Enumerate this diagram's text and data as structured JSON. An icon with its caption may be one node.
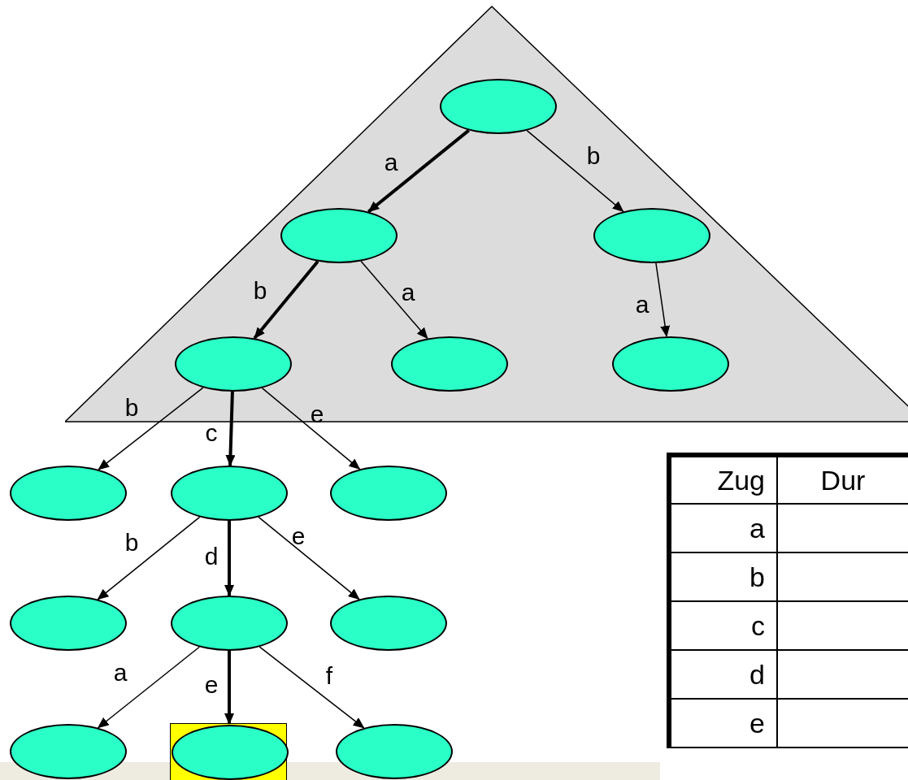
{
  "diagram": {
    "nodes": [
      {
        "text": [],
        "shape": "triangle"
      },
      {
        "text": [],
        "shape": "ellipse",
        "in": 0
      },
      {
        "text": [],
        "shape": "ellipse",
        "in": 0
      },
      {
        "text": [],
        "shape": "ellipse",
        "in": 0
      },
      {
        "text": [],
        "shape": "ellipse",
        "in": 0
      },
      {
        "text": [],
        "shape": "ellipse",
        "in": 0
      },
      {
        "text": [],
        "shape": "ellipse",
        "in": 0
      },
      {
        "text": [],
        "shape": "ellipse"
      },
      {
        "text": [],
        "shape": "ellipse"
      },
      {
        "text": [],
        "shape": "ellipse"
      },
      {
        "text": [],
        "shape": "ellipse"
      },
      {
        "text": [],
        "shape": "ellipse"
      },
      {
        "text": [],
        "shape": "ellipse"
      },
      {
        "text": [],
        "shape": "ellipse"
      },
      {
        "text": [],
        "shape": "box"
      },
      {
        "text": [],
        "shape": "ellipse",
        "in": 14
      },
      {
        "text": [],
        "shape": "ellipse"
      }
    ],
    "edges": [
      {
        "from": 1,
        "to": 2,
        "arrow": "to",
        "label": "a",
        "style": "thick"
      },
      {
        "from": 1,
        "to": 3,
        "arrow": "to",
        "label": "b"
      },
      {
        "from": 2,
        "to": 4,
        "arrow": "to",
        "label": "b",
        "style": "thick"
      },
      {
        "from": 2,
        "to": 5,
        "arrow": "to",
        "label": "a"
      },
      {
        "from": 3,
        "to": 6,
        "arrow": "to",
        "label": "a"
      },
      {
        "from": 4,
        "to": 7,
        "arrow": "to",
        "label": "b"
      },
      {
        "from": 4,
        "to": 8,
        "arrow": "to",
        "label": "c",
        "style": "thick"
      },
      {
        "from": 4,
        "to": 9,
        "arrow": "to",
        "label": "e"
      },
      {
        "from": 8,
        "to": 10,
        "arrow": "to",
        "label": "b"
      },
      {
        "from": 8,
        "to": 11,
        "arrow": "to",
        "label": "d",
        "style": "thick"
      },
      {
        "from": 8,
        "to": 12,
        "arrow": "to",
        "label": "e"
      },
      {
        "from": 11,
        "to": 13,
        "arrow": "to",
        "label": "a"
      },
      {
        "from": 11,
        "to": 15,
        "arrow": "to",
        "label": "e",
        "style": "thick"
      },
      {
        "from": 11,
        "to": 16,
        "arrow": "to",
        "label": "f"
      }
    ],
    "labels": [
      "Zug",
      "Dur",
      "a",
      "b",
      "c",
      "d",
      "e"
    ]
  }
}
